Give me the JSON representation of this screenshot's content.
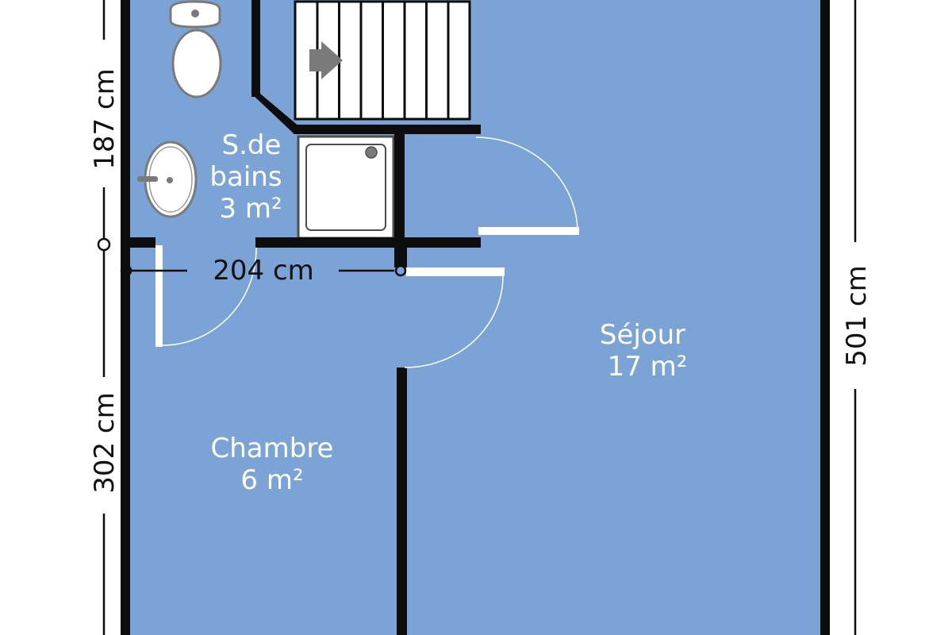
{
  "colors": {
    "floor": "#7ba3d6",
    "wall": "#0d0d0d",
    "fixture": "#ffffff",
    "label_text": "#ffffff",
    "dimension_text": "#111111",
    "arrow": "#7a7a7a"
  },
  "rooms": {
    "bathroom": {
      "line1": "S.de",
      "line2": "bains",
      "line3": "3 m²"
    },
    "bedroom": {
      "line1": "Chambre",
      "line2": "6 m²"
    },
    "living": {
      "line1": "Séjour",
      "line2": "17 m²"
    }
  },
  "dimensions": {
    "bath_height": "187 cm",
    "inner_width": "204 cm",
    "bedroom_height": "302 cm",
    "total_height": "501 cm"
  },
  "icons": [
    "toilet-icon",
    "sink-icon",
    "shower-tray-icon",
    "stairs-arrow-icon"
  ]
}
